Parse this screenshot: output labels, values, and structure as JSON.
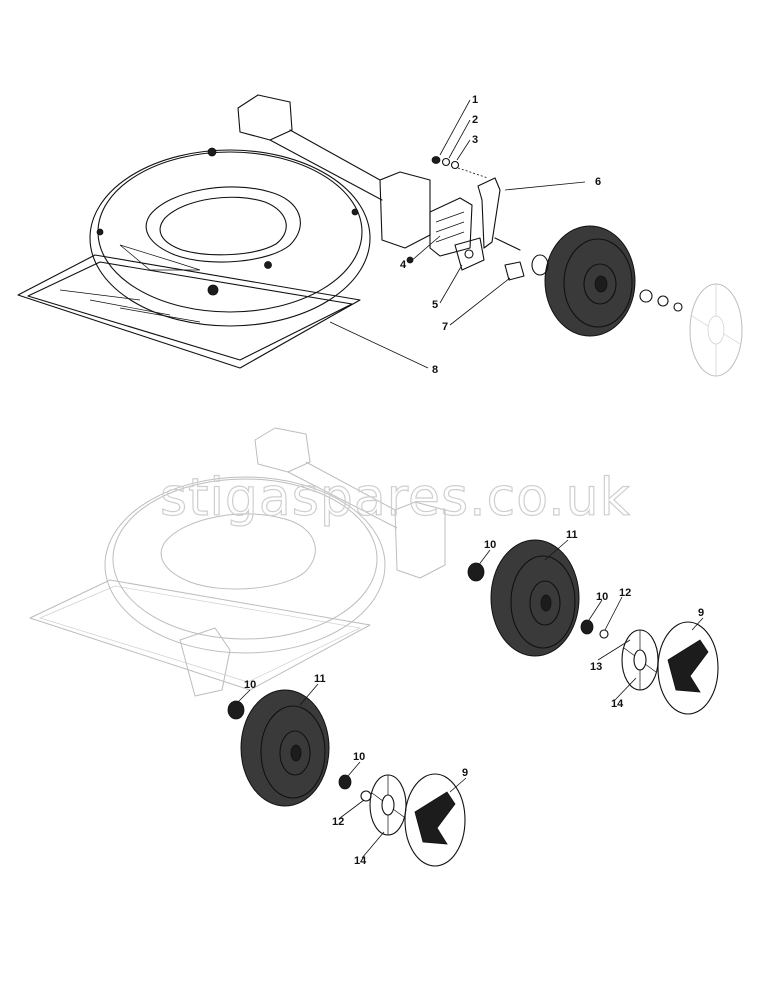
{
  "watermark": "stigaspares.co.uk",
  "labels": {
    "l1": "1",
    "l2": "2",
    "l3": "3",
    "l4": "4",
    "l5": "5",
    "l6": "6",
    "l7": "7",
    "l8": "8",
    "l9a": "9",
    "l9b": "9",
    "l10a": "10",
    "l10b": "10",
    "l10c": "10",
    "l10d": "10",
    "l11a": "11",
    "l11b": "11",
    "l12a": "12",
    "l12b": "12",
    "l13": "13",
    "l14a": "14",
    "l14b": "14"
  }
}
